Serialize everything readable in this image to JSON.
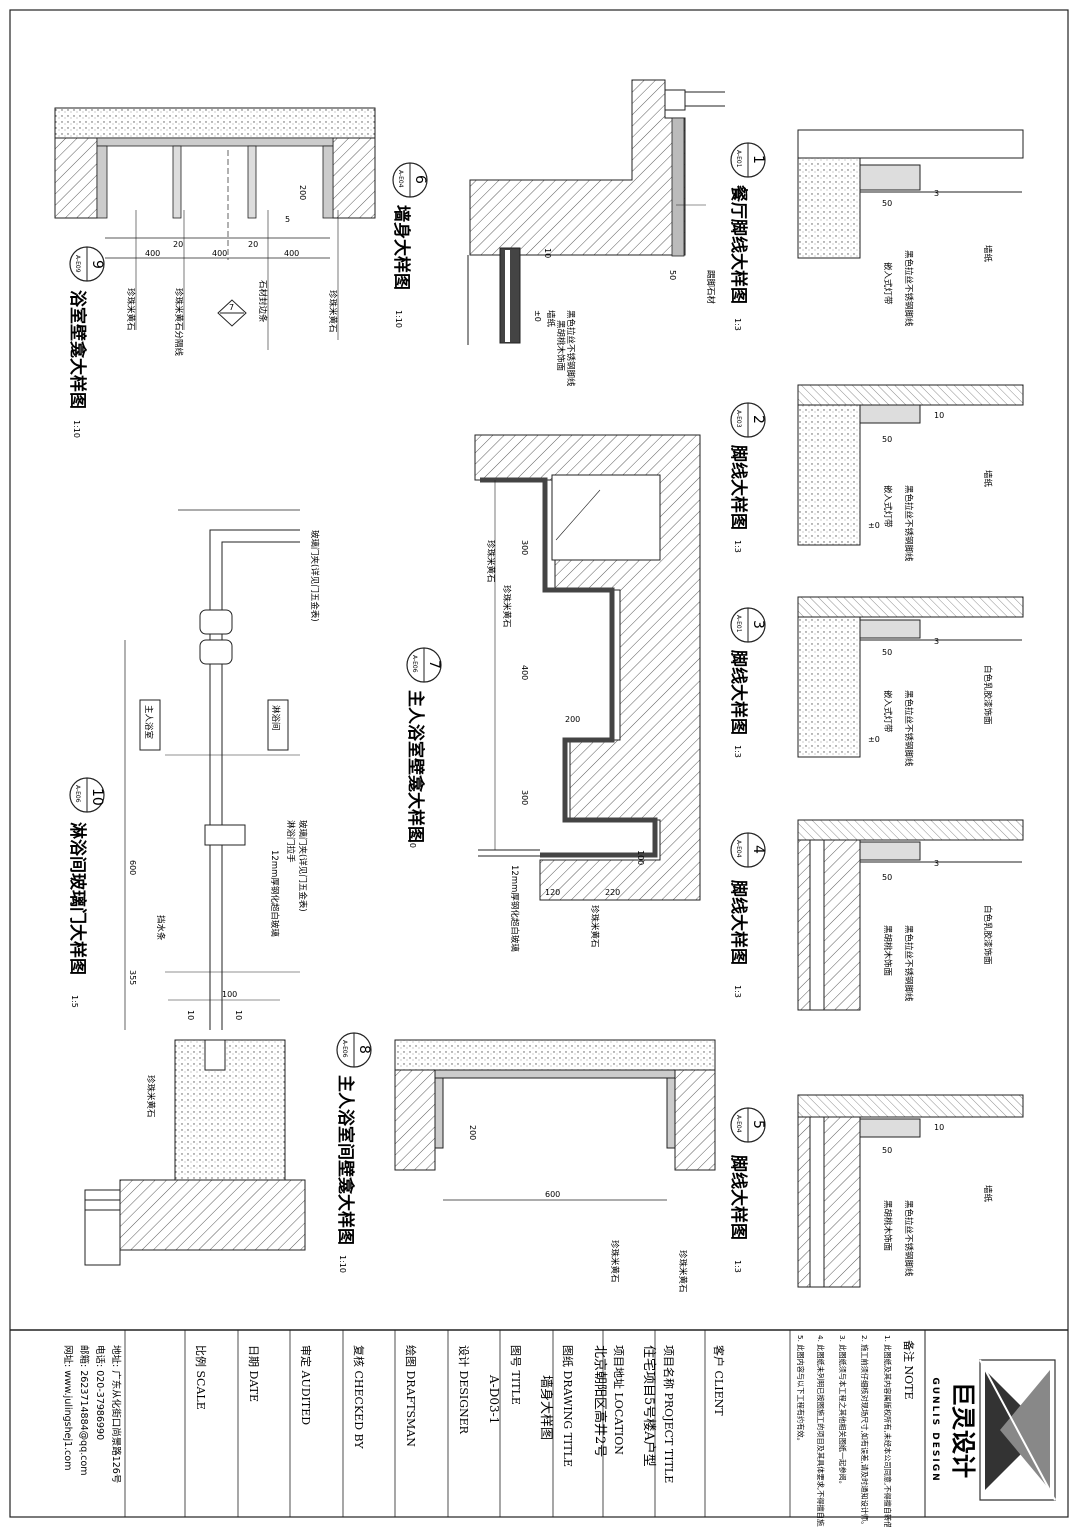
{
  "sheet": {
    "title_block": {
      "company_brand_cn": "巨灵设计",
      "company_brand_en": "GUNLIS DESIGN",
      "note_label": "备注 NOTE",
      "notes": [
        "1. 此图纸及其内容属版权所有,未经本公司同意,不得擅自转借他人使用。",
        "2. 施工前须仔细核对现场尺寸,如有误差,请及时通知设计师。",
        "3. 此图纸须与本工程之其他相关图纸一起参阅。",
        "4. 此图纸未列明已按图施工的项目及其具体要求,不得擅自施工。",
        "5. 此图内容与以下工程有约有效。"
      ],
      "client_label": "客户 CLIENT",
      "project_title_label": "项目名称 PROJECT TITLE",
      "project_title_value": "住宅项目5号楼A户型",
      "location_label": "项目地址 LOCATION",
      "location_value": "北京朝阳区高井2号",
      "drawing_title_label": "图纸 DRAWING TITLE",
      "drawing_title_value": "墙身大样图",
      "drawing_no_label": "图号 TITLE",
      "drawing_no_value": "A-D03-1",
      "designer_label": "设计 DESIGNER",
      "draftsman_label": "绘图 DRAFTSMAN",
      "checked_label": "复核 CHECKED BY",
      "audited_label": "审定 AUDITED",
      "date_label": "日期 DATE",
      "scale_label": "比例 SCALE",
      "address": "地址: 广东从化街口尚景路126号",
      "phone": "电话: 020-37986990",
      "email": "邮箱: 2623714884@qq.com",
      "website": "网址: www.julingshej1.com"
    },
    "details": [
      {
        "no": "1",
        "ref": "A-E01",
        "title": "餐厅脚线大样图",
        "scale": "1:3",
        "dims": [
          "50",
          "3"
        ],
        "notes": [
          "黑色拉丝不锈钢脚线",
          "嵌入式灯带",
          "墙纸"
        ]
      },
      {
        "no": "2",
        "ref": "A-E03",
        "title": "脚线大样图",
        "scale": "1:3",
        "dims": [
          "50",
          "10",
          "±0"
        ],
        "notes": [
          "黑色拉丝不锈钢脚线",
          "嵌入式灯带",
          "墙纸"
        ]
      },
      {
        "no": "3",
        "ref": "A-E01",
        "title": "脚线大样图",
        "scale": "1:3",
        "dims": [
          "50",
          "3",
          "±0"
        ],
        "notes": [
          "黑色拉丝不锈钢脚线",
          "嵌入式灯带",
          "白色乳胶漆饰面"
        ]
      },
      {
        "no": "4",
        "ref": "A-E04",
        "title": "脚线大样图",
        "scale": "1:3",
        "dims": [
          "50",
          "3"
        ],
        "notes": [
          "黑色拉丝不锈钢脚线",
          "黑胡桃木饰面",
          "白色乳胶漆饰面"
        ]
      },
      {
        "no": "5",
        "ref": "A-E04",
        "title": "脚线大样图",
        "scale": "1:3",
        "dims": [
          "50",
          "10"
        ],
        "notes": [
          "黑色拉丝不锈钢脚线",
          "黑胡桃木饰面",
          "墙纸"
        ]
      },
      {
        "no": "6",
        "ref": "A-E04",
        "title": "墙身大样图",
        "scale": "1:10",
        "dims": [
          "50",
          "10",
          "±0"
        ],
        "notes": [
          "墙纸",
          "黑色拉丝不锈钢脚线",
          "黑胡桃木饰面",
          "踢脚石材"
        ]
      },
      {
        "no": "7",
        "ref": "A-E06",
        "title": "主人浴室壁龛大样图",
        "scale": "1:10",
        "dims": [
          "300",
          "400",
          "200",
          "300",
          "120",
          "220",
          "100"
        ],
        "notes": [
          "珍珠米黄石",
          "珍珠米黄石",
          "12mm厚钢化超白玻璃",
          "珍珠米黄石"
        ]
      },
      {
        "no": "8",
        "ref": "A-E06",
        "title": "主人浴室间壁龛大样图",
        "scale": "1:10",
        "dims": [
          "200",
          "600"
        ],
        "notes": [
          "珍珠米黄石",
          "珍珠米黄石"
        ]
      },
      {
        "no": "9",
        "ref": "A-E09",
        "title": "浴室壁龛大样图",
        "scale": "1:10",
        "dims": [
          "400",
          "400",
          "400",
          "20",
          "20",
          "200",
          "5"
        ],
        "notes": [
          "珍珠米黄石",
          "珍珠米黄石分隔线",
          "石材封边条",
          "珍珠米黄石"
        ]
      },
      {
        "no": "10",
        "ref": "A-E06",
        "title": "淋浴间玻璃门大样图",
        "scale": "1:5",
        "dims": [
          "600",
          "355",
          "100",
          "10",
          "10"
        ],
        "notes": [
          "主人浴室",
          "淋浴间",
          "玻璃门夹(详见门五金表)",
          "玻璃门夹(详见门五金表)",
          "淋浴门拉手",
          "12mm厚钢化超白玻璃",
          "挡水条",
          "珍珠米黄石"
        ]
      }
    ]
  }
}
